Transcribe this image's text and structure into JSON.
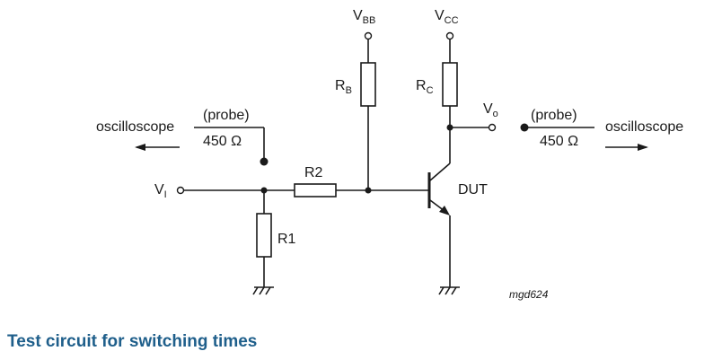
{
  "labels": {
    "vbb": {
      "main": "V",
      "sub": "BB"
    },
    "vcc": {
      "main": "V",
      "sub": "CC"
    },
    "rb": {
      "main": "R",
      "sub": "B"
    },
    "rc": {
      "main": "R",
      "sub": "C"
    },
    "vo": {
      "main": "V",
      "sub": "o"
    },
    "vi": {
      "main": "V",
      "sub": "I"
    },
    "r1": "R1",
    "r2": "R2",
    "dut": "DUT",
    "left_scope": "oscilloscope",
    "left_probe": "(probe)",
    "left_impedance": "450 Ω",
    "right_scope": "oscilloscope",
    "right_probe": "(probe)",
    "right_impedance": "450 Ω",
    "drawing_code": "mgd624"
  },
  "caption": "Test circuit for switching times"
}
